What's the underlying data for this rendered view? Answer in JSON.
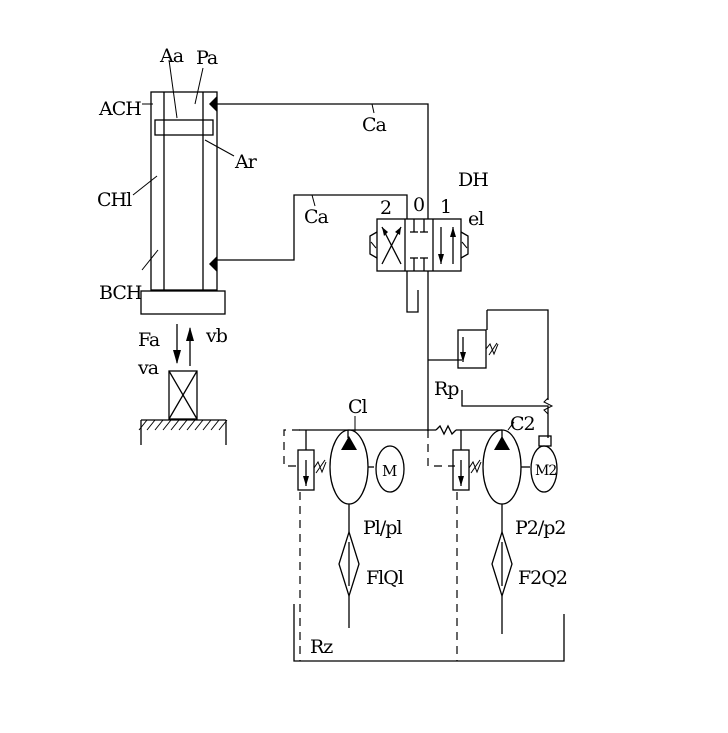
{
  "labels": {
    "aa": "Aa",
    "pa": "Pa",
    "ach": "ACH",
    "ca_top": "Ca",
    "ar": "Ar",
    "dh": "DH",
    "chl": "CHl",
    "ca_mid": "Ca",
    "pos2": "2",
    "pos0": "0",
    "pos1": "1",
    "el": "el",
    "bch": "BCH",
    "fa": "Fa",
    "vb": "vb",
    "va": "va",
    "rp": "Rp",
    "c1": "Cl",
    "c2": "C2",
    "m1": "M",
    "m2": "M2",
    "p1": "Pl/pl",
    "p2": "P2/p2",
    "f1": "FlQl",
    "f2": "F2Q2",
    "rz": "Rz"
  }
}
